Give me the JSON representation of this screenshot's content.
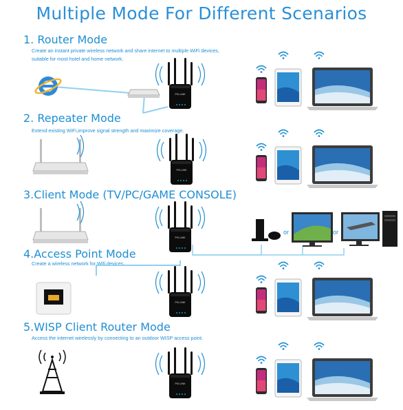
{
  "title": "Multiple Mode For Different Scenarios",
  "modes": [
    {
      "title": "1. Router Mode",
      "desc1": "Create an instant private wireless network and share internet to multiple WiFi devices,",
      "desc2": "suitable for most hotel and home network."
    },
    {
      "title": "2. Repeater Mode",
      "desc1": "Extend existing WiFi,improve signal strength and maximize coverage."
    },
    {
      "title": "3.Client Mode (TV/PC/GAME CONSOLE)"
    },
    {
      "title": "4.Access Point Mode",
      "desc1": "Create a wireless network for Wifi devices"
    },
    {
      "title": "5.WISP Client Router Mode",
      "desc1": "Access the internet wirelessly by connecting to an outdoor WISP access point."
    }
  ],
  "device_brand": "PIX-LINK",
  "or_label": "or",
  "colors": {
    "accent": "#1f8ed3",
    "wifi": "#1f8ed3",
    "cable": "#8fd0f0"
  }
}
